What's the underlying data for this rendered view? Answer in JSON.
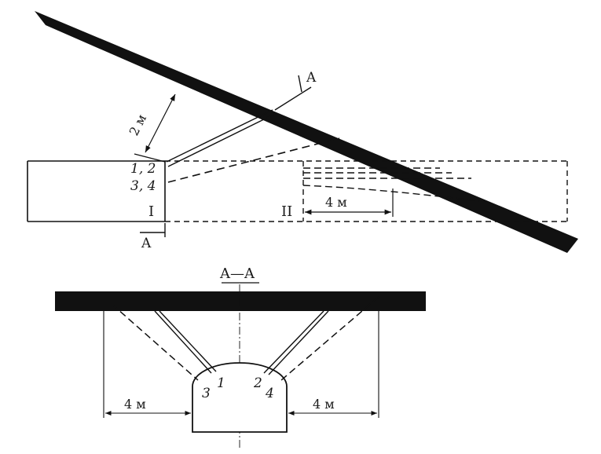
{
  "plan_view": {
    "section_mark_top": "A",
    "section_mark_bottom": "A",
    "distance_label": "2 м",
    "hole_labels": {
      "upper": "1, 2",
      "lower": "3, 4"
    },
    "roman_left": "I",
    "roman_right": "II",
    "depth_label": "4 м"
  },
  "section_view": {
    "title": "A—A",
    "hole_numbers": [
      "1",
      "2",
      "3",
      "4"
    ],
    "left_width_label": "4 м",
    "right_width_label": "4 м"
  },
  "colors": {
    "ink": "#111111",
    "background": "#ffffff"
  }
}
